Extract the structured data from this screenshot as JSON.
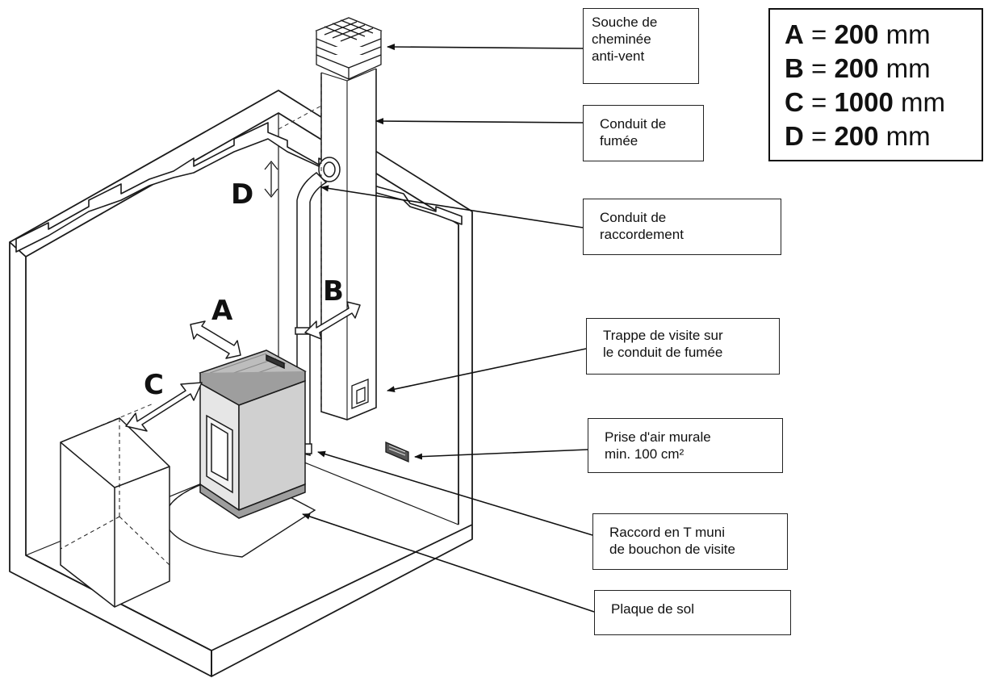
{
  "callouts": {
    "souche": "Souche de\ncheminée\nanti-vent",
    "conduit_fumee": "Conduit de\nfumée",
    "raccordement": "Conduit de\nraccordement",
    "trappe": "Trappe de visite sur\nle conduit de fumée",
    "prise_air": "Prise d'air murale\nmin. 100 cm²",
    "raccord_t": "Raccord en T muni\nde bouchon de visite",
    "plaque": "Plaque de sol"
  },
  "dimension_labels": {
    "a": "A",
    "b": "B",
    "c": "C",
    "d": "D"
  },
  "legend": [
    {
      "key": "A",
      "eq": " = ",
      "value": "200",
      "unit": " mm"
    },
    {
      "key": "B",
      "eq": " = ",
      "value": "200",
      "unit": " mm"
    },
    {
      "key": "C",
      "eq": " = ",
      "value": "1000",
      "unit": " mm"
    },
    {
      "key": "D",
      "eq": " = ",
      "value": "200",
      "unit": " mm"
    }
  ],
  "colors": {
    "line": "#1a1a1a",
    "stove_top": "#bdbdbd",
    "stove_side": "#e6e6e6"
  }
}
